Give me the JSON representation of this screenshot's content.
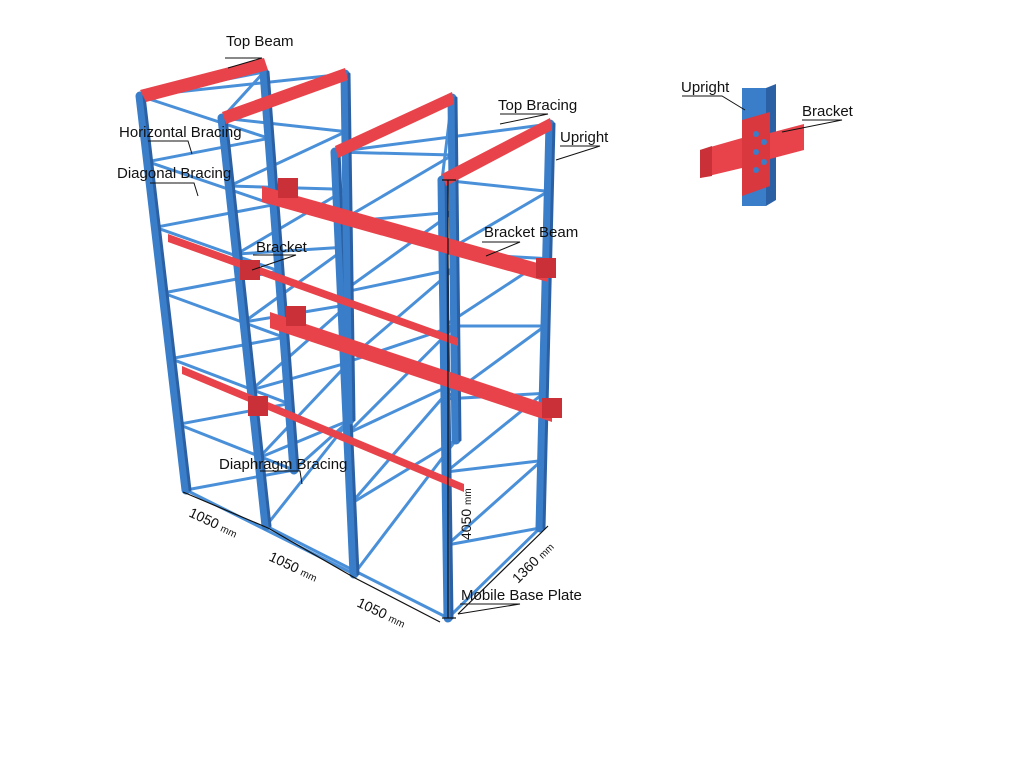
{
  "colors": {
    "upright": "#3a7dc8",
    "upright_dark": "#2b61a4",
    "bracing": "#4a90d9",
    "beam": "#e8434a",
    "beam_dark": "#c93038",
    "leader": "#111111"
  },
  "labels": {
    "top_beam": "Top Beam",
    "horizontal_bracing": "Horizontal Bracing",
    "diagonal_bracing": "Diagonal Bracing",
    "bracket_main": "Bracket",
    "diaphragm_bracing": "Diaphragm Bracing",
    "top_bracing": "Top Bracing",
    "upright_main": "Upright",
    "bracket_beam": "Bracket Beam",
    "mobile_base_plate": "Mobile Base Plate",
    "upright_detail": "Upright",
    "bracket_detail": "Bracket"
  },
  "dimensions": {
    "width_1": "1050",
    "width_2": "1050",
    "width_3": "1050",
    "height": "4050",
    "depth": "1360",
    "unit": "mm"
  }
}
